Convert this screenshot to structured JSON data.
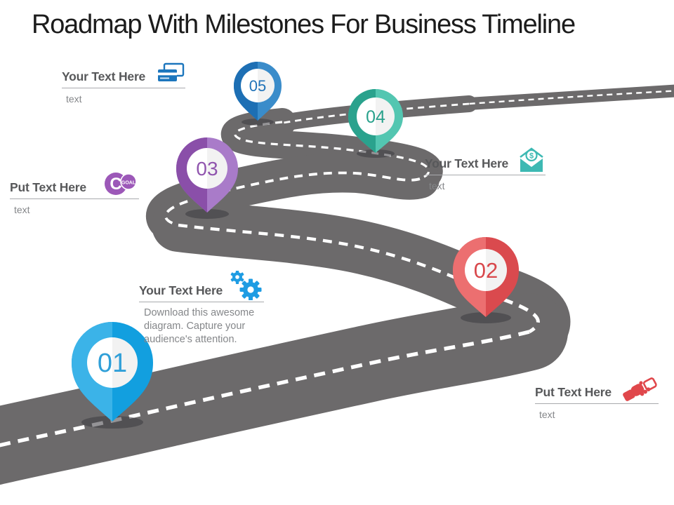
{
  "title": "Roadmap With Milestones For Business Timeline",
  "pins": [
    {
      "number": "01",
      "color_left": "#3bb3e8",
      "color_right": "#129fdf",
      "number_color": "#2f9fd8"
    },
    {
      "number": "02",
      "color_left": "#ec6f70",
      "color_right": "#da4a4e",
      "number_color": "#d8474b"
    },
    {
      "number": "03",
      "color_left": "#8a4fa9",
      "color_right": "#a97bc9",
      "number_color": "#9055ae"
    },
    {
      "number": "04",
      "color_left": "#2aa28d",
      "color_right": "#53c6b1",
      "number_color": "#29a18c"
    },
    {
      "number": "05",
      "color_left": "#1d6fb4",
      "color_right": "#3a8cca",
      "number_color": "#2173b8"
    }
  ],
  "labels": {
    "cards": {
      "title": "Your Text Here",
      "body": "text",
      "icon": "credit-cards-icon",
      "icon_color": "#1c76bd"
    },
    "goal": {
      "title": "Put Text Here",
      "body": "text",
      "icon": "goal-badge-icon",
      "icon_color": "#9c58b8"
    },
    "money": {
      "title": "Your Text Here",
      "body": "text",
      "icon": "money-envelope-icon",
      "icon_color": "#3db9b3"
    },
    "gears": {
      "title": "Your Text Here",
      "body": "Download this awesome diagram. Capture your audience's attention.",
      "icon": "gears-icon",
      "icon_color": "#1e9ce3"
    },
    "handshake": {
      "title": "Put Text Here",
      "body": "text",
      "icon": "handshake-icon",
      "icon_color": "#e0474b"
    }
  },
  "icon_texts": {
    "goal_letter": "C",
    "goal_word": "GOAL",
    "money_symbol": "$"
  },
  "colors": {
    "road": "#6c6a6b",
    "road_dash": "#ffffff",
    "pin_shadow": "#3c3a40",
    "label_title": "#57585a",
    "label_body": "#85878a",
    "slide_title": "#1c1c1c",
    "background": "#ffffff"
  }
}
